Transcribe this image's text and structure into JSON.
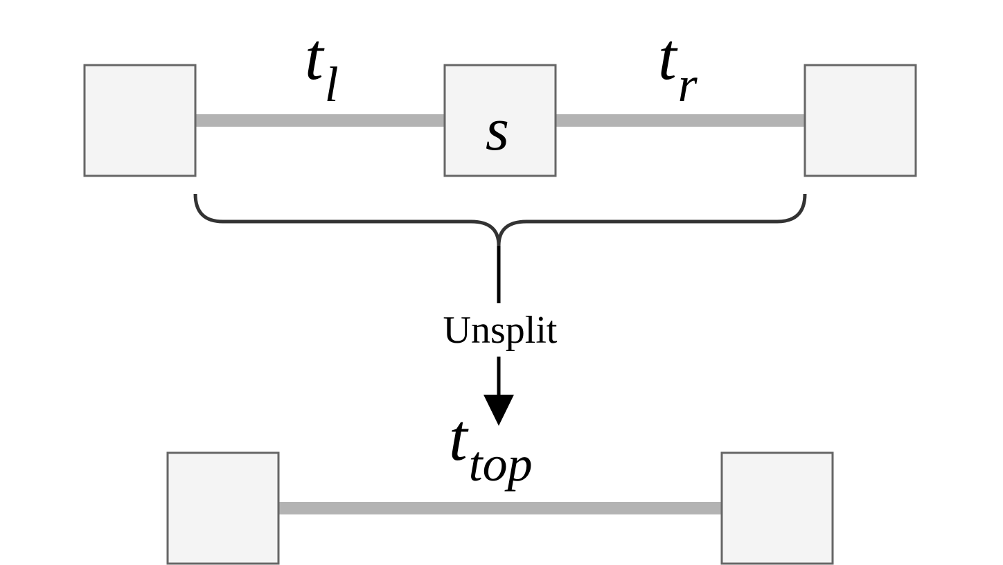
{
  "top_row": {
    "left_edge": {
      "base": "t",
      "sub": "l"
    },
    "right_edge": {
      "base": "t",
      "sub": "r"
    },
    "split_node_label": "s"
  },
  "operation": {
    "label": "Unsplit"
  },
  "bottom_row": {
    "edge": {
      "base": "t",
      "sub": "top"
    }
  },
  "colors": {
    "node_fill": "#f4f4f4",
    "node_border": "#666666",
    "edge": "#b3b3b3",
    "brace": "#333333",
    "arrow": "#000000"
  }
}
